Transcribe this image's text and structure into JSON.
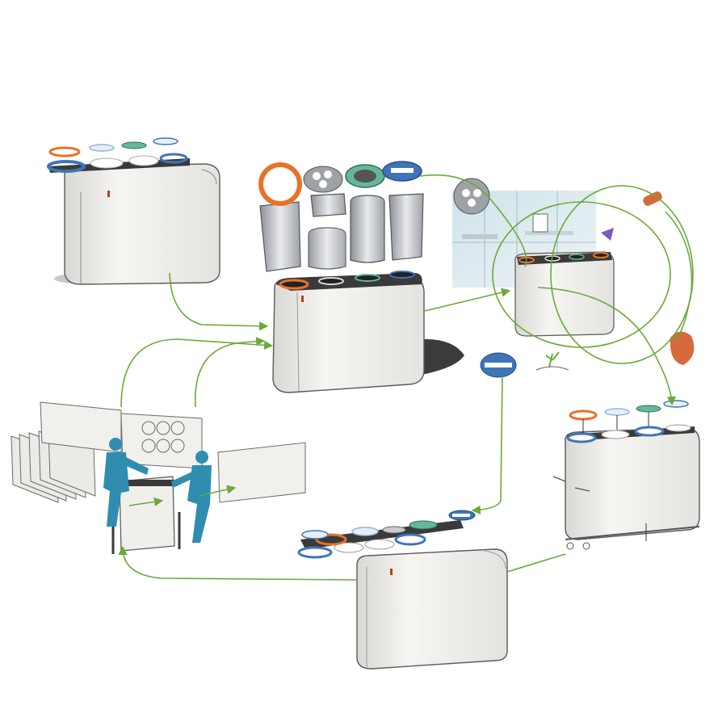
{
  "diagram": {
    "type": "lifecycle-sketch",
    "title": "",
    "stages": [
      {
        "id": "modules-assembled",
        "label": ""
      },
      {
        "id": "bins-inserted",
        "label": ""
      },
      {
        "id": "office-use",
        "label": ""
      },
      {
        "id": "disassembly",
        "label": ""
      },
      {
        "id": "flat-pack",
        "label": ""
      },
      {
        "id": "factory-refurbish",
        "label": ""
      }
    ],
    "flow": [
      [
        "modules-assembled",
        "bins-inserted"
      ],
      [
        "bins-inserted",
        "office-use"
      ],
      [
        "office-use",
        "disassembly"
      ],
      [
        "office-use",
        "flat-pack"
      ],
      [
        "disassembly",
        "flat-pack"
      ],
      [
        "flat-pack",
        "factory-refurbish"
      ],
      [
        "factory-refurbish",
        "bins-inserted"
      ]
    ]
  },
  "colors": {
    "arrow": "#6aaa3a",
    "orange": "#e8722a",
    "blue": "#3f74b8",
    "teal": "#66b79a",
    "light_blue": "#8fb4de",
    "dark_top": "#3a3a3a",
    "body_white": "#f3f2ee",
    "outline": "#5a5a5a",
    "worker": "#2f8db0",
    "bag": "#d76a3c"
  }
}
